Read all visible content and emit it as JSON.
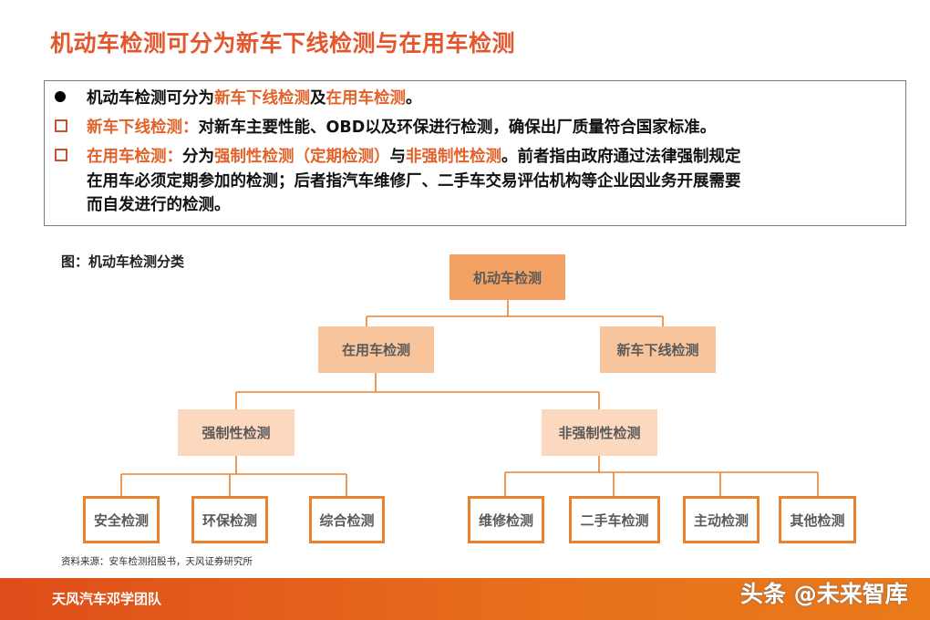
{
  "title": "机动车检测可分为新车下线检测与在用车检测",
  "bullets": {
    "b1": {
      "t1": "机动车检测可分为",
      "h1": "新车下线检测",
      "t2": "及",
      "h2": "在用车检测",
      "t3": "。"
    },
    "b2": {
      "h1": "新车下线检测：",
      "t1": "对新车主要性能、OBD以及环保进行检测，确保出厂质量符合国家标准。"
    },
    "b3": {
      "h1": "在用车检测：",
      "t1": "分为",
      "h2": "强制性检测（定期检测）",
      "t2": "与",
      "h3": "非强制性检测",
      "t3": "。前者指由政府通过法律强制规定",
      "l2": "在用车必须定期参加的检测；后者指汽车维修厂、二手车交易评估机构等企业因业务开展需要",
      "l3": "而自发进行的检测。"
    }
  },
  "figure": {
    "caption": "图：机动车检测分类",
    "root": "机动车检测",
    "level1": [
      "在用车检测",
      "新车下线检测"
    ],
    "level2": [
      "强制性检测",
      "非强制性检测"
    ],
    "mandatory_children": [
      "安全检测",
      "环保检测",
      "综合检测"
    ],
    "voluntary_children": [
      "维修检测",
      "二手车检测",
      "主动检测",
      "其他检测"
    ],
    "source": "资料来源：安车检测招股书，天风证券研究所"
  },
  "footer": {
    "team": "天风汽车邓学团队",
    "watermark": "头条 @未来智库"
  },
  "colors": {
    "accent": "#e4572e",
    "root": "#f4a263",
    "level1": "#f8c49c",
    "level2": "#fbd8be",
    "leaf_border": "#e8822f",
    "footer": "#e0501a"
  }
}
